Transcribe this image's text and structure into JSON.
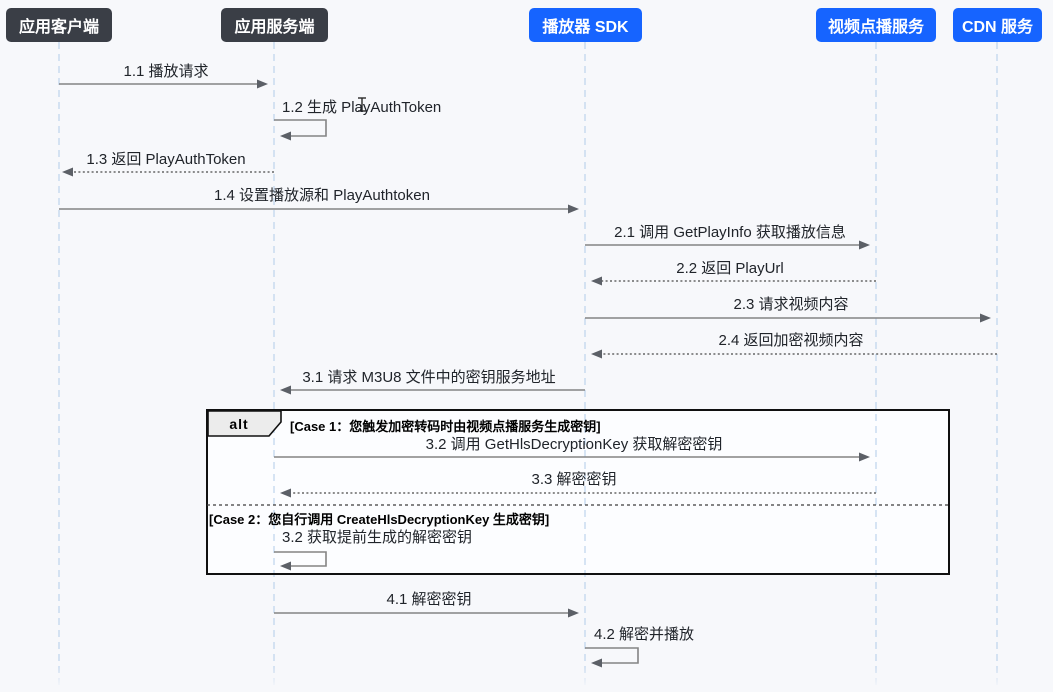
{
  "diagram_title": "HLS encrypted playback sequence diagram",
  "colors": {
    "background": "#f7f8fb",
    "actor_dark": "#3a3e46",
    "actor_blue": "#1664ff",
    "lifeline": "#bdd3ec",
    "arrow_line": "#848484",
    "arrow_head": "#5c6067",
    "alt_border": "#101010",
    "alt_fill": "#fcfdff"
  },
  "actors": [
    {
      "label": "应用客户端"
    },
    {
      "label": "应用服务端"
    },
    {
      "label": "播放器 SDK"
    },
    {
      "label": "视频点播服务"
    },
    {
      "label": "CDN 服务"
    }
  ],
  "messages": {
    "m1_1": "1.1 播放请求",
    "m1_2": "1.2 生成 PlayAuthToken",
    "m1_3": "1.3 返回 PlayAuthToken",
    "m1_4": "1.4 设置播放源和 PlayAuthtoken",
    "m2_1": "2.1 调用 GetPlayInfo 获取播放信息",
    "m2_2": "2.2 返回 PlayUrl",
    "m2_3": "2.3 请求视频内容",
    "m2_4": "2.4 返回加密视频内容",
    "m3_1": "3.1 请求 M3U8 文件中的密钥服务地址",
    "m3_2_case1": "3.2 调用 GetHlsDecryptionKey 获取解密密钥",
    "m3_3": "3.3 解密密钥",
    "m3_2_case2": "3.2 获取提前生成的解密密钥",
    "m4_1": "4.1 解密密钥",
    "m4_2": "4.2 解密并播放"
  },
  "alt_frame": {
    "keyword": "alt",
    "case1_guard": "[Case 1：您触发加密转码时由视频点播服务生成密钥]",
    "case2_guard": "[Case 2：您自行调用 CreateHlsDecryptionKey 生成密钥]"
  }
}
